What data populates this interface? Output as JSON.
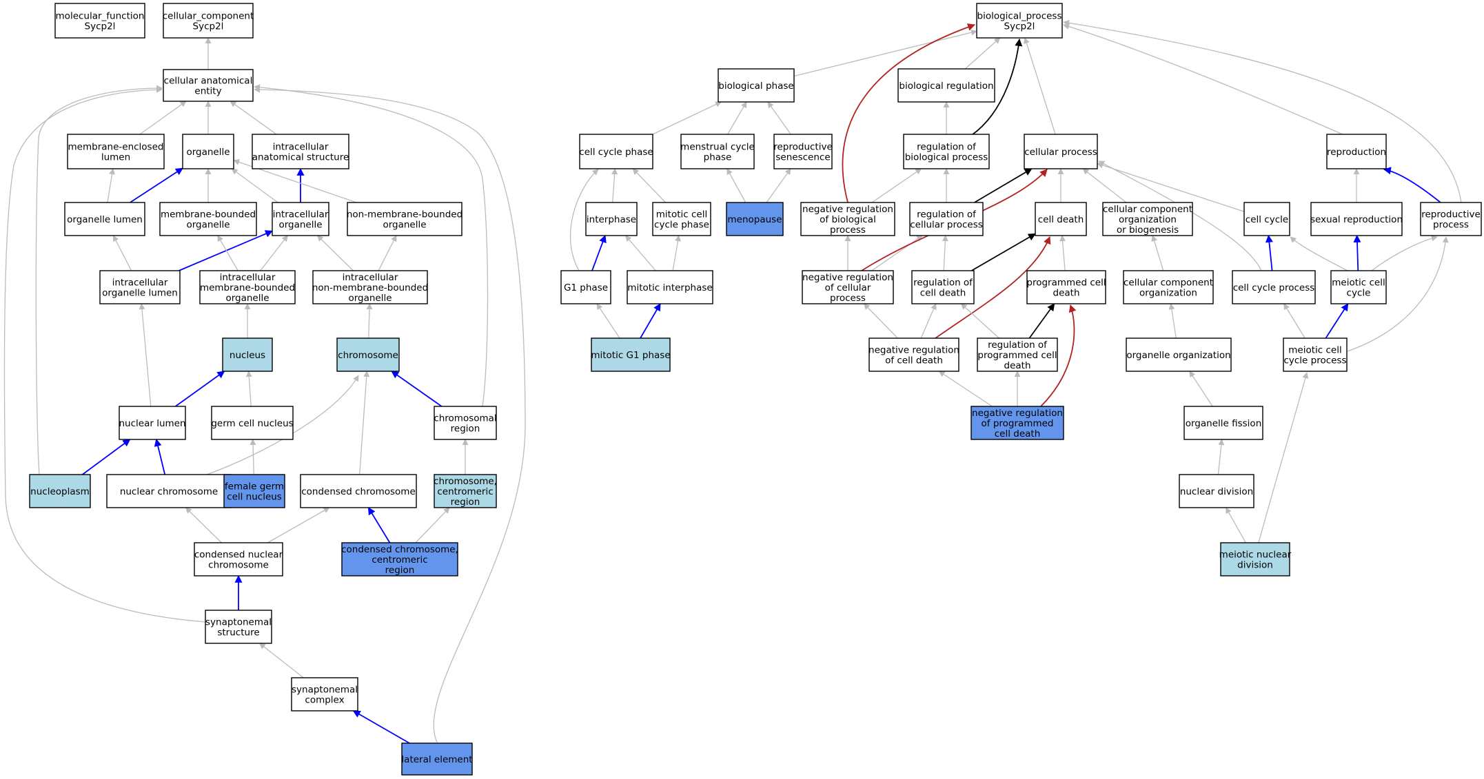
{
  "colors": {
    "default_fill": "#ffffff",
    "light_blue": "#add8e6",
    "dark_blue": "#6495ed",
    "edge_gray": "#bbbbbb",
    "edge_blue": "#0000ff",
    "edge_black": "#000000",
    "edge_red": "#b22222"
  },
  "nodes": [
    {
      "id": "mf",
      "label": [
        "molecular_function",
        "Sycp2l"
      ],
      "fill": "white"
    },
    {
      "id": "cc",
      "label": [
        "cellular_component",
        "Sycp2l"
      ],
      "fill": "white"
    },
    {
      "id": "cae",
      "label": [
        "cellular anatomical",
        "entity"
      ],
      "fill": "white"
    },
    {
      "id": "mel",
      "label": [
        "membrane-enclosed",
        "lumen"
      ],
      "fill": "white"
    },
    {
      "id": "org",
      "label": [
        "organelle"
      ],
      "fill": "white"
    },
    {
      "id": "ias",
      "label": [
        "intracellular",
        "anatomical structure"
      ],
      "fill": "white"
    },
    {
      "id": "orglum",
      "label": [
        "organelle lumen"
      ],
      "fill": "white"
    },
    {
      "id": "mbo",
      "label": [
        "membrane-bounded",
        "organelle"
      ],
      "fill": "white"
    },
    {
      "id": "io",
      "label": [
        "intracellular",
        "organelle"
      ],
      "fill": "white"
    },
    {
      "id": "nmbo",
      "label": [
        "non-membrane-bounded",
        "organelle"
      ],
      "fill": "white"
    },
    {
      "id": "iol",
      "label": [
        "intracellular",
        "organelle lumen"
      ],
      "fill": "white"
    },
    {
      "id": "imbo",
      "label": [
        "intracellular",
        "membrane-bounded",
        "organelle"
      ],
      "fill": "white"
    },
    {
      "id": "inmbo",
      "label": [
        "intracellular",
        "non-membrane-bounded",
        "organelle"
      ],
      "fill": "white"
    },
    {
      "id": "nucleus",
      "label": [
        "nucleus"
      ],
      "fill": "light"
    },
    {
      "id": "chromosome",
      "label": [
        "chromosome"
      ],
      "fill": "light"
    },
    {
      "id": "nlumen",
      "label": [
        "nuclear lumen"
      ],
      "fill": "white"
    },
    {
      "id": "gcn",
      "label": [
        "germ cell nucleus"
      ],
      "fill": "white"
    },
    {
      "id": "chrreg",
      "label": [
        "chromosomal",
        "region"
      ],
      "fill": "white"
    },
    {
      "id": "nucleoplasm",
      "label": [
        "nucleoplasm"
      ],
      "fill": "light"
    },
    {
      "id": "nchr",
      "label": [
        "nuclear chromosome"
      ],
      "fill": "white"
    },
    {
      "id": "fgcn",
      "label": [
        "female germ",
        "cell nucleus"
      ],
      "fill": "dark"
    },
    {
      "id": "cchr",
      "label": [
        "condensed chromosome"
      ],
      "fill": "white"
    },
    {
      "id": "ccr",
      "label": [
        "chromosome,",
        "centromeric",
        "region"
      ],
      "fill": "light"
    },
    {
      "id": "cnchr",
      "label": [
        "condensed nuclear",
        "chromosome"
      ],
      "fill": "white"
    },
    {
      "id": "ccchr",
      "label": [
        "condensed chromosome,",
        "centromeric",
        "region"
      ],
      "fill": "dark"
    },
    {
      "id": "ss",
      "label": [
        "synaptonemal",
        "structure"
      ],
      "fill": "white"
    },
    {
      "id": "sc",
      "label": [
        "synaptonemal",
        "complex"
      ],
      "fill": "white"
    },
    {
      "id": "le",
      "label": [
        "lateral element"
      ],
      "fill": "dark"
    },
    {
      "id": "bp",
      "label": [
        "biological_process",
        "Sycp2l"
      ],
      "fill": "white"
    },
    {
      "id": "bphase",
      "label": [
        "biological phase"
      ],
      "fill": "white"
    },
    {
      "id": "breg",
      "label": [
        "biological regulation"
      ],
      "fill": "white"
    },
    {
      "id": "ccphase",
      "label": [
        "cell cycle phase"
      ],
      "fill": "white"
    },
    {
      "id": "mcphase",
      "label": [
        "menstrual cycle",
        "phase"
      ],
      "fill": "white"
    },
    {
      "id": "rsen",
      "label": [
        "reproductive",
        "senescence"
      ],
      "fill": "white"
    },
    {
      "id": "rbp",
      "label": [
        "regulation of",
        "biological process"
      ],
      "fill": "white"
    },
    {
      "id": "cproc",
      "label": [
        "cellular process"
      ],
      "fill": "white"
    },
    {
      "id": "repro",
      "label": [
        "reproduction"
      ],
      "fill": "white"
    },
    {
      "id": "interphase",
      "label": [
        "interphase"
      ],
      "fill": "white"
    },
    {
      "id": "mccp",
      "label": [
        "mitotic cell",
        "cycle phase"
      ],
      "fill": "white"
    },
    {
      "id": "menopause",
      "label": [
        "menopause"
      ],
      "fill": "dark"
    },
    {
      "id": "nrbp",
      "label": [
        "negative regulation",
        "of biological",
        "process"
      ],
      "fill": "white"
    },
    {
      "id": "rcp",
      "label": [
        "regulation of",
        "cellular process"
      ],
      "fill": "white"
    },
    {
      "id": "cdeath",
      "label": [
        "cell death"
      ],
      "fill": "white"
    },
    {
      "id": "ccob",
      "label": [
        "cellular component",
        "organization",
        "or biogenesis"
      ],
      "fill": "white"
    },
    {
      "id": "ccycle",
      "label": [
        "cell cycle"
      ],
      "fill": "white"
    },
    {
      "id": "srepro",
      "label": [
        "sexual reproduction"
      ],
      "fill": "white"
    },
    {
      "id": "rprocess",
      "label": [
        "reproductive",
        "process"
      ],
      "fill": "white"
    },
    {
      "id": "g1",
      "label": [
        "G1 phase"
      ],
      "fill": "white"
    },
    {
      "id": "mitint",
      "label": [
        "mitotic interphase"
      ],
      "fill": "white"
    },
    {
      "id": "nrcp",
      "label": [
        "negative regulation",
        "of cellular",
        "process"
      ],
      "fill": "white"
    },
    {
      "id": "rcd",
      "label": [
        "regulation of",
        "cell death"
      ],
      "fill": "white"
    },
    {
      "id": "pcd",
      "label": [
        "programmed cell",
        "death"
      ],
      "fill": "white"
    },
    {
      "id": "cco",
      "label": [
        "cellular component",
        "organization"
      ],
      "fill": "white"
    },
    {
      "id": "ccproc",
      "label": [
        "cell cycle process"
      ],
      "fill": "white"
    },
    {
      "id": "mcc",
      "label": [
        "meiotic cell",
        "cycle"
      ],
      "fill": "white"
    },
    {
      "id": "mg1",
      "label": [
        "mitotic G1 phase"
      ],
      "fill": "light"
    },
    {
      "id": "nrcd",
      "label": [
        "negative regulation",
        "of cell death"
      ],
      "fill": "white"
    },
    {
      "id": "rpcd",
      "label": [
        "regulation of",
        "programmed cell",
        "death"
      ],
      "fill": "white"
    },
    {
      "id": "orgorg",
      "label": [
        "organelle organization"
      ],
      "fill": "white"
    },
    {
      "id": "mccproc",
      "label": [
        "meiotic cell",
        "cycle process"
      ],
      "fill": "white"
    },
    {
      "id": "nrpcd",
      "label": [
        "negative regulation",
        "of programmed",
        "cell death"
      ],
      "fill": "dark"
    },
    {
      "id": "ofis",
      "label": [
        "organelle fission"
      ],
      "fill": "white"
    },
    {
      "id": "ndiv",
      "label": [
        "nuclear division"
      ],
      "fill": "white"
    },
    {
      "id": "mnd",
      "label": [
        "meiotic nuclear",
        "division"
      ],
      "fill": "light"
    }
  ],
  "edges": [
    {
      "from": "cae",
      "to": "cc",
      "kind": "gray"
    },
    {
      "from": "mel",
      "to": "cae",
      "kind": "gray"
    },
    {
      "from": "org",
      "to": "cae",
      "kind": "gray"
    },
    {
      "from": "ias",
      "to": "cae",
      "kind": "gray"
    },
    {
      "from": "orglum",
      "to": "mel",
      "kind": "gray"
    },
    {
      "from": "orglum",
      "to": "org",
      "kind": "blue"
    },
    {
      "from": "mbo",
      "to": "org",
      "kind": "gray"
    },
    {
      "from": "io",
      "to": "org",
      "kind": "gray"
    },
    {
      "from": "io",
      "to": "ias",
      "kind": "blue"
    },
    {
      "from": "nmbo",
      "to": "org",
      "kind": "gray"
    },
    {
      "from": "iol",
      "to": "orglum",
      "kind": "gray"
    },
    {
      "from": "iol",
      "to": "io",
      "kind": "blue"
    },
    {
      "from": "imbo",
      "to": "mbo",
      "kind": "gray"
    },
    {
      "from": "imbo",
      "to": "io",
      "kind": "gray"
    },
    {
      "from": "inmbo",
      "to": "io",
      "kind": "gray"
    },
    {
      "from": "inmbo",
      "to": "nmbo",
      "kind": "gray"
    },
    {
      "from": "nucleus",
      "to": "imbo",
      "kind": "gray"
    },
    {
      "from": "chromosome",
      "to": "inmbo",
      "kind": "gray"
    },
    {
      "from": "nlumen",
      "to": "iol",
      "kind": "gray"
    },
    {
      "from": "nlumen",
      "to": "nucleus",
      "kind": "blue"
    },
    {
      "from": "gcn",
      "to": "nucleus",
      "kind": "gray"
    },
    {
      "from": "chrreg",
      "to": "chromosome",
      "kind": "blue"
    },
    {
      "from": "chrreg",
      "to": "cae",
      "kind": "gray"
    },
    {
      "from": "nucleoplasm",
      "to": "nlumen",
      "kind": "blue"
    },
    {
      "from": "nucleoplasm",
      "to": "cae",
      "kind": "gray"
    },
    {
      "from": "nchr",
      "to": "nlumen",
      "kind": "blue"
    },
    {
      "from": "nchr",
      "to": "chromosome",
      "kind": "gray"
    },
    {
      "from": "fgcn",
      "to": "gcn",
      "kind": "gray"
    },
    {
      "from": "cchr",
      "to": "chromosome",
      "kind": "gray"
    },
    {
      "from": "ccr",
      "to": "chrreg",
      "kind": "gray"
    },
    {
      "from": "cnchr",
      "to": "nchr",
      "kind": "gray"
    },
    {
      "from": "cnchr",
      "to": "cchr",
      "kind": "gray"
    },
    {
      "from": "ccchr",
      "to": "cchr",
      "kind": "blue"
    },
    {
      "from": "ccchr",
      "to": "ccr",
      "kind": "gray"
    },
    {
      "from": "ss",
      "to": "cnchr",
      "kind": "blue"
    },
    {
      "from": "ss",
      "to": "cae",
      "kind": "gray"
    },
    {
      "from": "sc",
      "to": "ss",
      "kind": "gray"
    },
    {
      "from": "le",
      "to": "sc",
      "kind": "blue"
    },
    {
      "from": "le",
      "to": "cae",
      "kind": "gray"
    },
    {
      "from": "bphase",
      "to": "bp",
      "kind": "gray"
    },
    {
      "from": "breg",
      "to": "bp",
      "kind": "gray"
    },
    {
      "from": "ccphase",
      "to": "bphase",
      "kind": "gray"
    },
    {
      "from": "mcphase",
      "to": "bphase",
      "kind": "gray"
    },
    {
      "from": "rsen",
      "to": "bphase",
      "kind": "gray"
    },
    {
      "from": "rbp",
      "to": "breg",
      "kind": "gray"
    },
    {
      "from": "rbp",
      "to": "bp",
      "kind": "black"
    },
    {
      "from": "cproc",
      "to": "bp",
      "kind": "gray"
    },
    {
      "from": "repro",
      "to": "bp",
      "kind": "gray"
    },
    {
      "from": "interphase",
      "to": "ccphase",
      "kind": "gray"
    },
    {
      "from": "mccp",
      "to": "ccphase",
      "kind": "gray"
    },
    {
      "from": "menopause",
      "to": "mcphase",
      "kind": "gray"
    },
    {
      "from": "menopause",
      "to": "rsen",
      "kind": "gray"
    },
    {
      "from": "nrbp",
      "to": "bp",
      "kind": "red"
    },
    {
      "from": "nrbp",
      "to": "rbp",
      "kind": "gray"
    },
    {
      "from": "rcp",
      "to": "rbp",
      "kind": "gray"
    },
    {
      "from": "rcp",
      "to": "cproc",
      "kind": "black"
    },
    {
      "from": "cdeath",
      "to": "cproc",
      "kind": "gray"
    },
    {
      "from": "ccob",
      "to": "cproc",
      "kind": "gray"
    },
    {
      "from": "ccycle",
      "to": "cproc",
      "kind": "gray"
    },
    {
      "from": "srepro",
      "to": "repro",
      "kind": "gray"
    },
    {
      "from": "rprocess",
      "to": "repro",
      "kind": "blue"
    },
    {
      "from": "rprocess",
      "to": "bp",
      "kind": "gray"
    },
    {
      "from": "g1",
      "to": "interphase",
      "kind": "blue"
    },
    {
      "from": "g1",
      "to": "ccphase",
      "kind": "gray"
    },
    {
      "from": "mitint",
      "to": "interphase",
      "kind": "gray"
    },
    {
      "from": "mitint",
      "to": "mccp",
      "kind": "gray"
    },
    {
      "from": "nrcp",
      "to": "nrbp",
      "kind": "gray"
    },
    {
      "from": "nrcp",
      "to": "rcp",
      "kind": "gray"
    },
    {
      "from": "nrcp",
      "to": "cproc",
      "kind": "red"
    },
    {
      "from": "rcd",
      "to": "rcp",
      "kind": "gray"
    },
    {
      "from": "rcd",
      "to": "cdeath",
      "kind": "black"
    },
    {
      "from": "pcd",
      "to": "cdeath",
      "kind": "gray"
    },
    {
      "from": "cco",
      "to": "ccob",
      "kind": "gray"
    },
    {
      "from": "ccproc",
      "to": "ccycle",
      "kind": "blue"
    },
    {
      "from": "ccproc",
      "to": "cproc",
      "kind": "gray"
    },
    {
      "from": "mcc",
      "to": "ccycle",
      "kind": "gray"
    },
    {
      "from": "mcc",
      "to": "srepro",
      "kind": "blue"
    },
    {
      "from": "mcc",
      "to": "rprocess",
      "kind": "gray"
    },
    {
      "from": "mg1",
      "to": "g1",
      "kind": "gray"
    },
    {
      "from": "mg1",
      "to": "mitint",
      "kind": "blue"
    },
    {
      "from": "nrcd",
      "to": "nrcp",
      "kind": "gray"
    },
    {
      "from": "nrcd",
      "to": "rcd",
      "kind": "gray"
    },
    {
      "from": "nrcd",
      "to": "cdeath",
      "kind": "red"
    },
    {
      "from": "rpcd",
      "to": "rcd",
      "kind": "gray"
    },
    {
      "from": "rpcd",
      "to": "pcd",
      "kind": "black"
    },
    {
      "from": "orgorg",
      "to": "cco",
      "kind": "gray"
    },
    {
      "from": "mccproc",
      "to": "ccproc",
      "kind": "gray"
    },
    {
      "from": "mccproc",
      "to": "mcc",
      "kind": "blue"
    },
    {
      "from": "mccproc",
      "to": "rprocess",
      "kind": "gray"
    },
    {
      "from": "nrpcd",
      "to": "nrcd",
      "kind": "gray"
    },
    {
      "from": "nrpcd",
      "to": "rpcd",
      "kind": "gray"
    },
    {
      "from": "nrpcd",
      "to": "pcd",
      "kind": "red"
    },
    {
      "from": "ofis",
      "to": "orgorg",
      "kind": "gray"
    },
    {
      "from": "ndiv",
      "to": "ofis",
      "kind": "gray"
    },
    {
      "from": "mnd",
      "to": "ndiv",
      "kind": "gray"
    },
    {
      "from": "mnd",
      "to": "mccproc",
      "kind": "gray"
    }
  ]
}
